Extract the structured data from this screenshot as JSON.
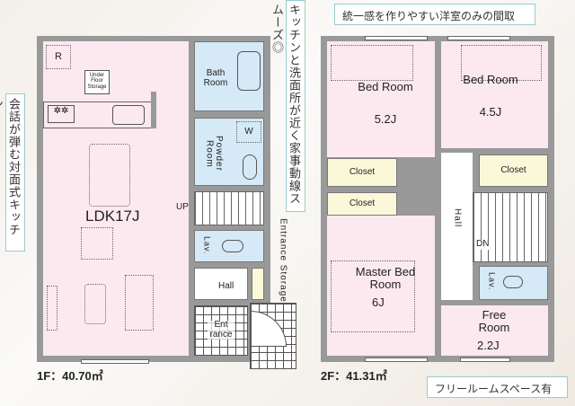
{
  "callouts": {
    "top": "統一感を作りやすい洋室のみの間取",
    "bottom": "フリールームスペース有",
    "right_1f": "キッチンと洗面所が近く家事動線スムーズ◎",
    "left_1f": "会話が弾む対面式キッチン"
  },
  "floor1": {
    "area": "1F：40.70㎡",
    "rooms": {
      "ldk": "LDK17J",
      "bath": "Bath Room",
      "powder": "Powder Room",
      "lav": "Lav.",
      "hall": "Hall",
      "entrance": "Ent rance",
      "storage": "Entrance Storage",
      "up": "UP",
      "underfloor": "Under Floor Storage",
      "fridge": "R",
      "washer": "W"
    }
  },
  "floor2": {
    "area": "2F：41.31㎡",
    "rooms": {
      "bed1_name": "Bed Room",
      "bed1_size": "5.2J",
      "bed2_name": "Bed Room",
      "bed2_size": "4.5J",
      "master_name": "Master Bed Room",
      "master_size": "6J",
      "free_name": "Free Room",
      "free_size": "2.2J",
      "closet1": "Closet",
      "closet2": "Closet",
      "closet3": "Closet",
      "hall": "Hall",
      "dn": "DN",
      "lav": "Lav."
    }
  }
}
